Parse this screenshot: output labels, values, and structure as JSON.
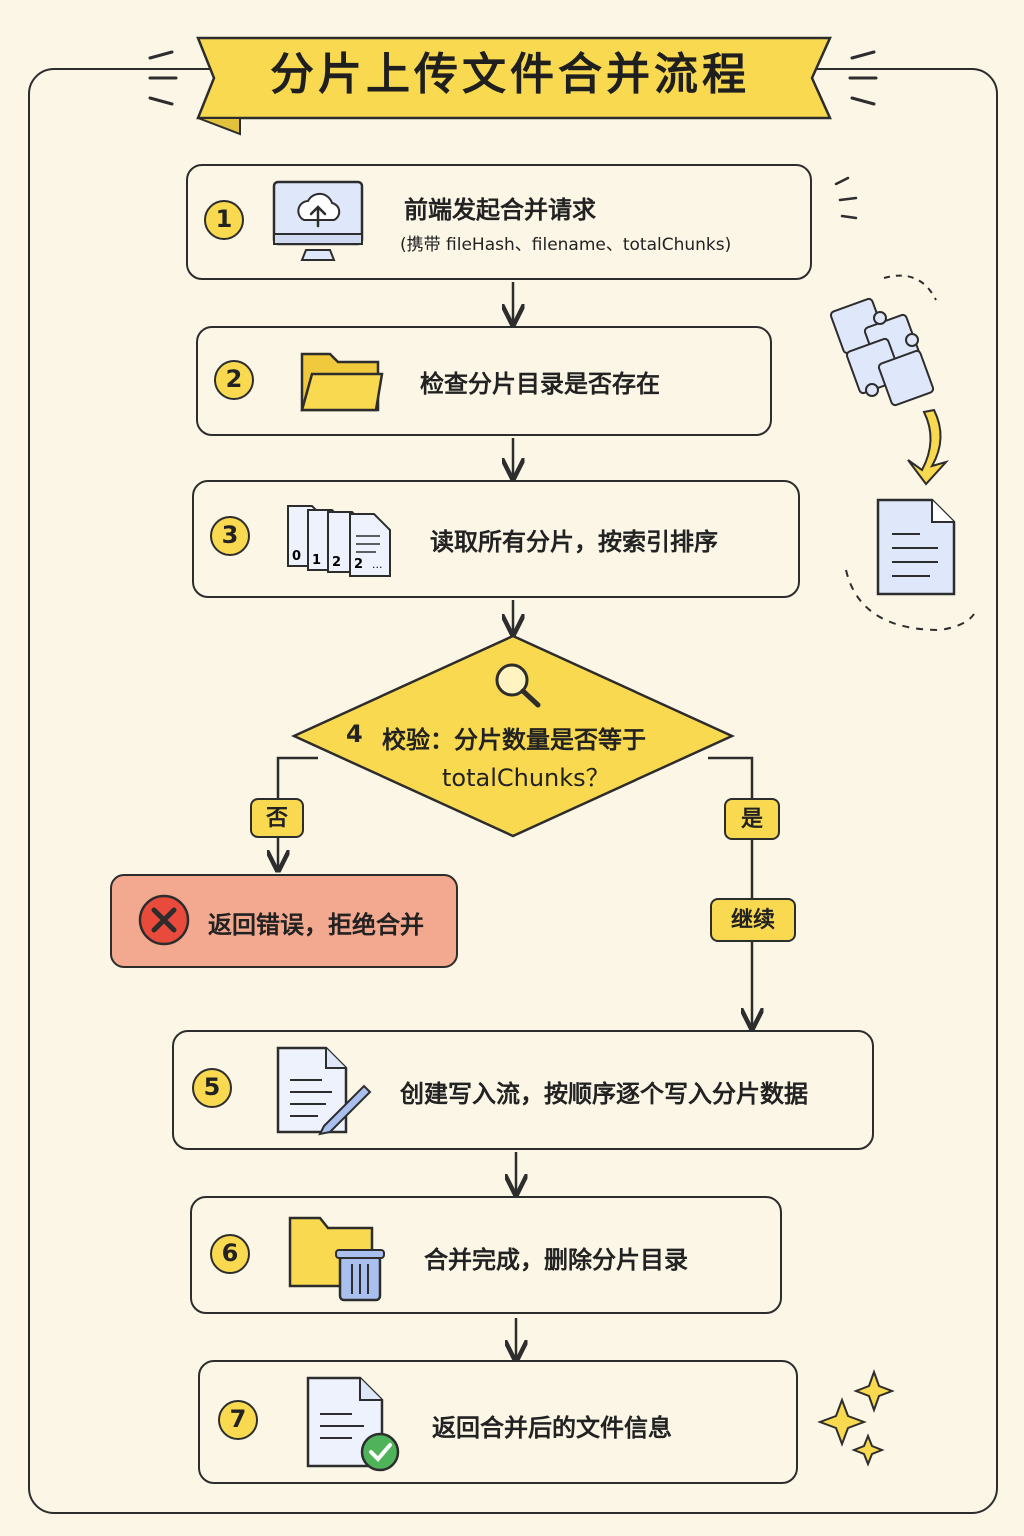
{
  "title": "分片上传文件合并流程",
  "steps": [
    {
      "number": "1",
      "label": "前端发起合并请求",
      "sub": "(携带 fileHash、filename、totalChunks)",
      "icon": "cloud-upload-monitor-icon"
    },
    {
      "number": "2",
      "label": "检查分片目录是否存在",
      "icon": "folder-icon"
    },
    {
      "number": "3",
      "label": "读取所有分片，按索引排序",
      "icon": "chunk-files-icon",
      "chunk_labels": [
        "0",
        "1",
        "2",
        "2",
        "..."
      ]
    },
    {
      "number": "4",
      "label": "校验：分片数量是否等于",
      "label2": "totalChunks？",
      "icon": "magnifier-icon"
    },
    {
      "number": "5",
      "label": "创建写入流，按顺序逐个写入分片数据",
      "icon": "document-pen-icon"
    },
    {
      "number": "6",
      "label": "合并完成，删除分片目录",
      "icon": "folder-trash-icon"
    },
    {
      "number": "7",
      "label": "返回合并后的文件信息",
      "icon": "document-check-icon"
    }
  ],
  "branches": {
    "no_label": "否",
    "yes_label": "是",
    "continue_label": "继续",
    "error_label": "返回错误，拒绝合并",
    "error_icon": "error-x-icon"
  },
  "decor": [
    "puzzle-icon",
    "curved-arrow-icon",
    "merged-document-icon",
    "sparkle-icon"
  ],
  "colors": {
    "accent": "#f8d94f",
    "error": "#f3a98f",
    "icon_blue": "#dfe8fb",
    "line": "#2d2d2d",
    "background": "#fbf6e6"
  }
}
